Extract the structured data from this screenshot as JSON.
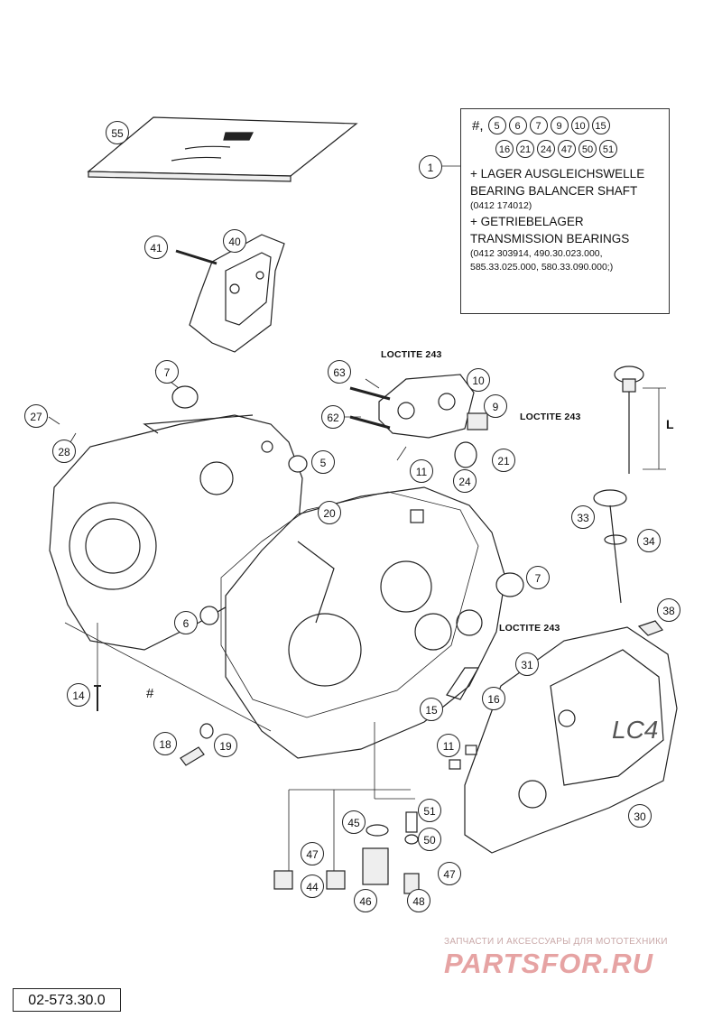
{
  "diagram": {
    "code": "02-573.30.0",
    "infobox": {
      "hash": "#,",
      "row1": [
        "5",
        "6",
        "7",
        "9",
        "10",
        "15"
      ],
      "row2": [
        "16",
        "21",
        "24",
        "47",
        "50",
        "51"
      ],
      "line1": "+ LAGER AUSGLEICHSWELLE",
      "line2": "BEARING BALANCER SHAFT",
      "line3": "(0412 174012)",
      "line4": "+ GETRIEBELAGER",
      "line5": "TRANSMISSION BEARINGS",
      "line6": "(0412 303914, 490.30.023.000,",
      "line7": "585.33.025.000, 580.33.090.000;)"
    },
    "loctite": [
      "LOCTITE 243",
      "LOCTITE 243",
      "LOCTITE 243"
    ],
    "dimension_label": "L",
    "hash_label": "#",
    "cover_logo": "LC4",
    "watermark": {
      "line1": "ЗАПЧАСТИ И АКСЕССУАРЫ ДЛЯ МОТОТЕХНИКИ",
      "line2": "PARTSFOR.RU",
      "color": "#e6a3a3"
    },
    "callouts": [
      "55",
      "1",
      "40",
      "41",
      "7",
      "27",
      "28",
      "5",
      "63",
      "62",
      "10",
      "9",
      "11",
      "24",
      "21",
      "20",
      "33",
      "34",
      "6",
      "7",
      "38",
      "31",
      "16",
      "15",
      "14",
      "18",
      "19",
      "11",
      "30",
      "45",
      "51",
      "47",
      "50",
      "44",
      "46",
      "47",
      "48"
    ]
  }
}
